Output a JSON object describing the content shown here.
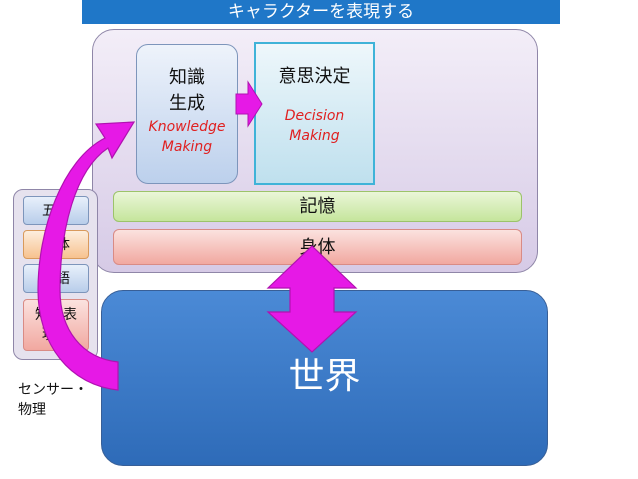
{
  "title": "キャラクターを表現する",
  "character": {
    "knowledge": {
      "jp_line1": "知識",
      "jp_line2": "生成",
      "en_line1": "Knowledge",
      "en_line2": "Making"
    },
    "decision": {
      "jp": "意思決定",
      "en_line1": "Decision",
      "en_line2": "Making"
    },
    "memory": "記憶",
    "body": "身体"
  },
  "world": "世界",
  "sensors": {
    "items": [
      "五感",
      "身体",
      "言語"
    ],
    "knowledge_repr_line1": "知識表",
    "knowledge_repr_line2": "現型"
  },
  "sensor_label_line1": "センサー・",
  "sensor_label_line2": "物理",
  "colors": {
    "title_bar": "#1f77c8",
    "arrow_fill": "#e619e6",
    "world": "#3a78c8",
    "decision_border": "#3fb3d8",
    "english_label": "#e02020"
  }
}
